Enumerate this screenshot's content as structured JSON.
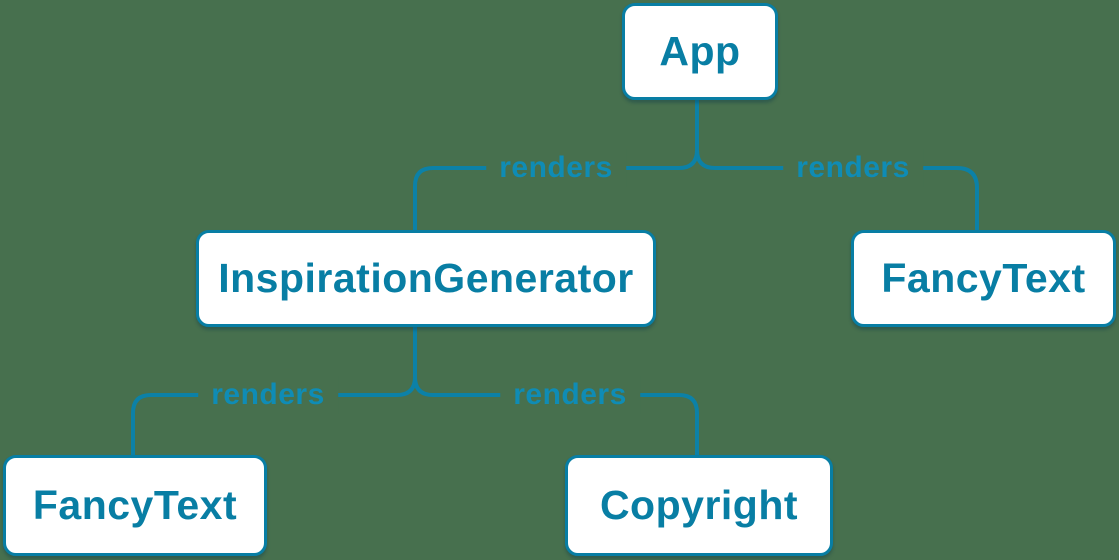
{
  "diagram": {
    "type": "component-render-tree",
    "colors": {
      "background": "#47704e",
      "accent": "#087ea4",
      "edge_line": "#0c81a7",
      "node_fill": "#ffffff"
    },
    "nodes": {
      "app": {
        "label": "App"
      },
      "inspiration_generator": {
        "label": "InspirationGenerator"
      },
      "fancy_text_top": {
        "label": "FancyText"
      },
      "fancy_text_bottom": {
        "label": "FancyText"
      },
      "copyright": {
        "label": "Copyright"
      }
    },
    "edges": [
      {
        "from": "App",
        "to": "InspirationGenerator",
        "label": "renders"
      },
      {
        "from": "App",
        "to": "FancyText",
        "label": "renders"
      },
      {
        "from": "InspirationGenerator",
        "to": "FancyText",
        "label": "renders"
      },
      {
        "from": "InspirationGenerator",
        "to": "Copyright",
        "label": "renders"
      }
    ]
  }
}
